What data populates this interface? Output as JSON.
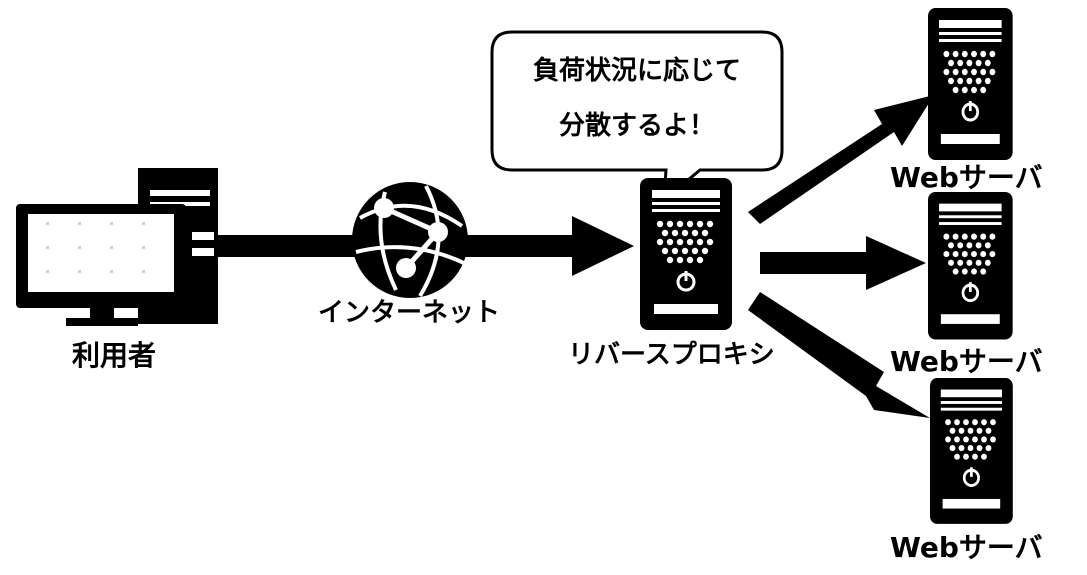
{
  "user": {
    "label": "利用者"
  },
  "internet": {
    "label": "インターネット"
  },
  "proxy": {
    "label": "リバースプロキシ",
    "bubble": {
      "line1": "負荷状況に応じて",
      "line2": "分散するよ！"
    }
  },
  "web_servers": [
    {
      "label": "Webサーバ"
    },
    {
      "label": "Webサーバ"
    },
    {
      "label": "Webサーバ"
    }
  ],
  "colors": {
    "stroke": "#000000",
    "fill": "#ffffff"
  },
  "icons": {
    "user": "desktop-computer-icon",
    "internet": "globe-network-icon",
    "proxy": "server-tower-icon",
    "web_server": "server-tower-icon"
  }
}
